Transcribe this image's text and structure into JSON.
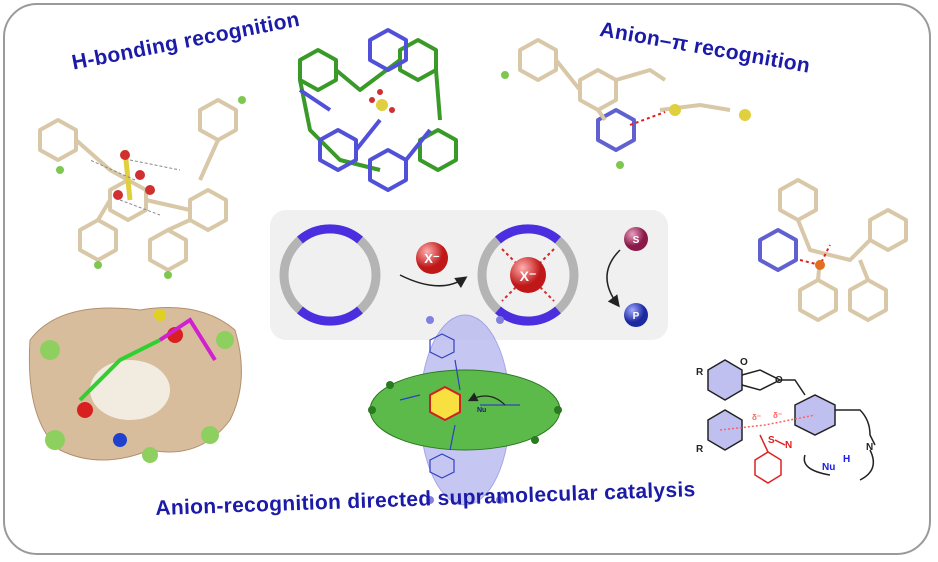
{
  "titles": {
    "hbonding": "H-bonding recognition",
    "anion_pi": "Anion–π recognition",
    "catalysis": "Anion-recognition directed supramolecular catalysis"
  },
  "scheme": {
    "anion_label": "X⁻",
    "substrate_label": "S",
    "product_label": "P"
  },
  "catalyst_diagram": {
    "nucleophile": "Nu",
    "hydrogen": "H",
    "nitrogen": "N",
    "oxygen": "O",
    "sulfur": "S",
    "r_group": "R",
    "delta": "δ⁻"
  },
  "colors": {
    "title": "#1b1ba8",
    "macrocycle_blue": "#4a2ee0",
    "macrocycle_gray": "#b4b4b4",
    "anion": "#d42a2a"
  }
}
